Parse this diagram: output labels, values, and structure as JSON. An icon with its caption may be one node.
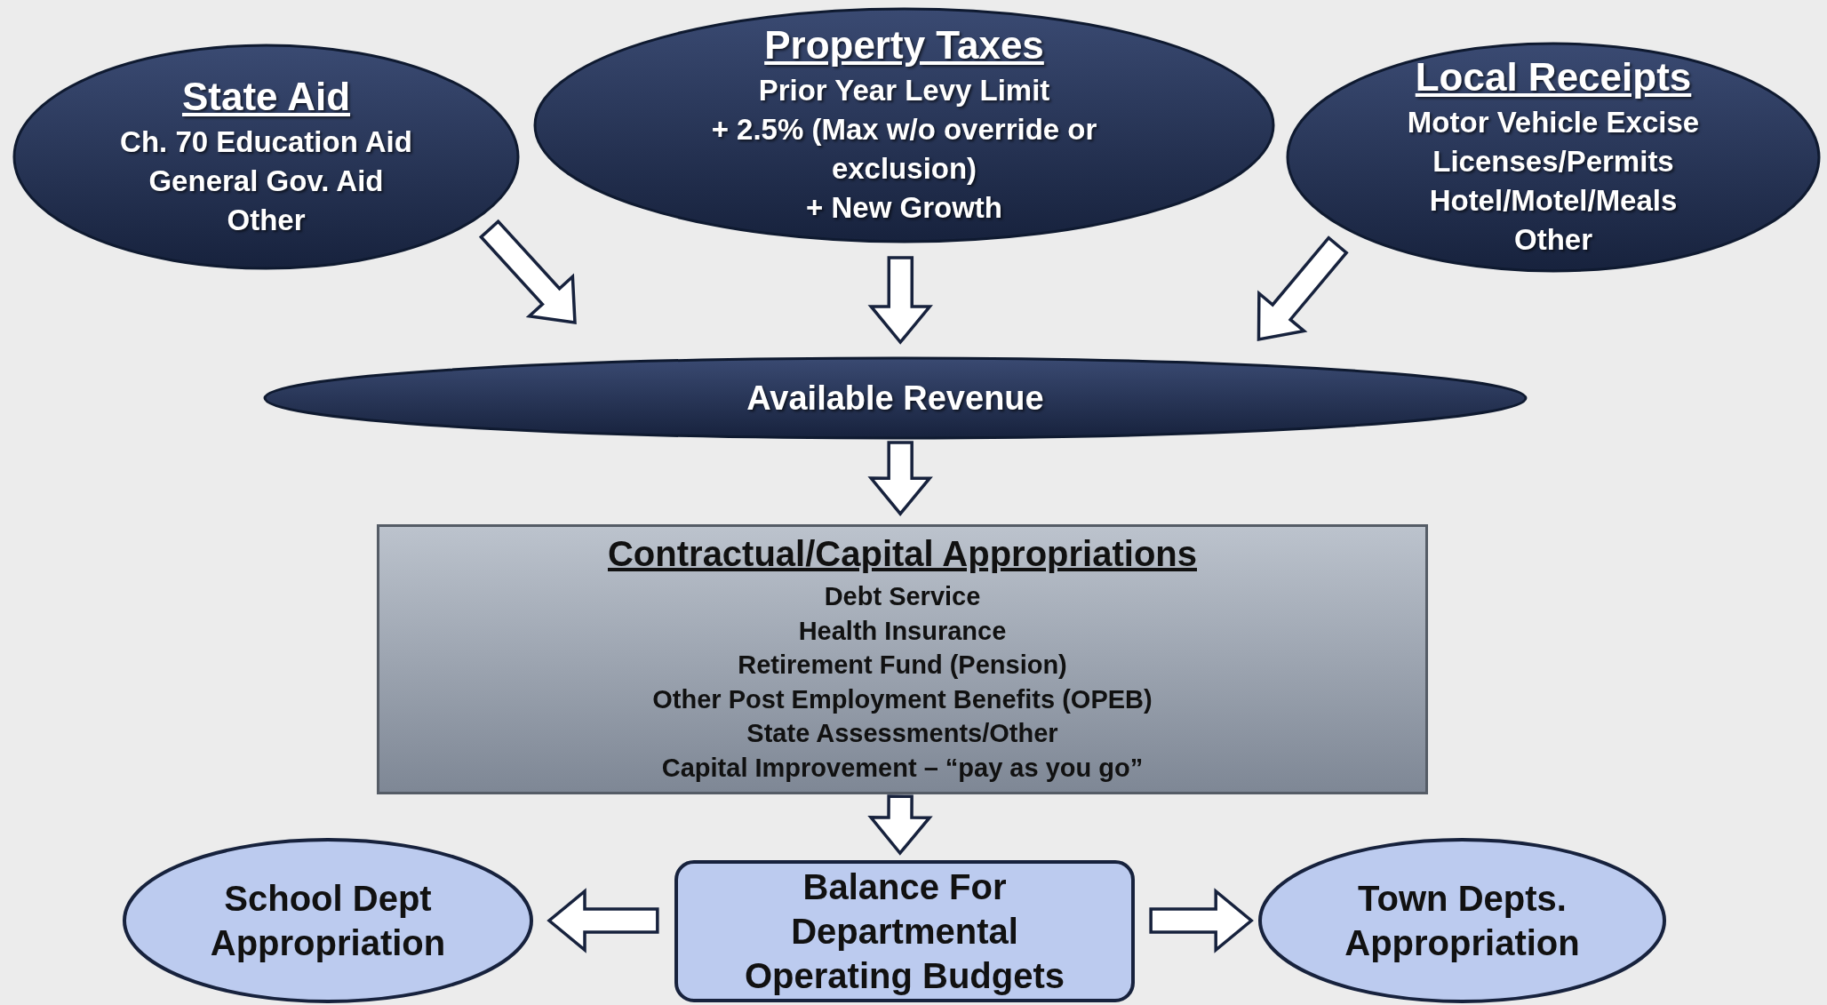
{
  "diagram": {
    "nodes": [
      {
        "text": [
          "State Aid",
          "Ch. 70 Education Aid",
          "General Gov. Aid",
          "Other"
        ]
      },
      {
        "text": [
          "Property Taxes",
          "Prior Year Levy Limit",
          "+ 2.5% (Max w/o override or exclusion)",
          "+ New Growth"
        ]
      },
      {
        "text": [
          "Local Receipts",
          "Motor Vehicle Excise",
          "Licenses/Permits",
          "Hotel/Motel/Meals",
          "Other"
        ]
      },
      {
        "text": [
          "Available Revenue"
        ]
      },
      {
        "text": [
          "Contractual/Capital Appropriations",
          "Debt Service",
          "Health Insurance",
          "Retirement Fund (Pension)",
          "Other Post Employment Benefits (OPEB)",
          "State Assessments/Other",
          "Capital Improvement – “pay as you go”"
        ]
      },
      {
        "text": [
          "Balance For Departmental Operating Budgets"
        ]
      },
      {
        "text": [
          "School Dept Appropriation"
        ]
      },
      {
        "text": [
          "Town Depts. Appropriation"
        ]
      }
    ],
    "edges": [
      {
        "from": 0,
        "to": 3,
        "arrow": "to"
      },
      {
        "from": 1,
        "to": 3,
        "arrow": "to"
      },
      {
        "from": 2,
        "to": 3,
        "arrow": "to"
      },
      {
        "from": 3,
        "to": 4,
        "arrow": "to"
      },
      {
        "from": 4,
        "to": 5,
        "arrow": "to"
      },
      {
        "from": 5,
        "to": 6,
        "arrow": "to"
      },
      {
        "from": 5,
        "to": 7,
        "arrow": "to"
      }
    ]
  }
}
